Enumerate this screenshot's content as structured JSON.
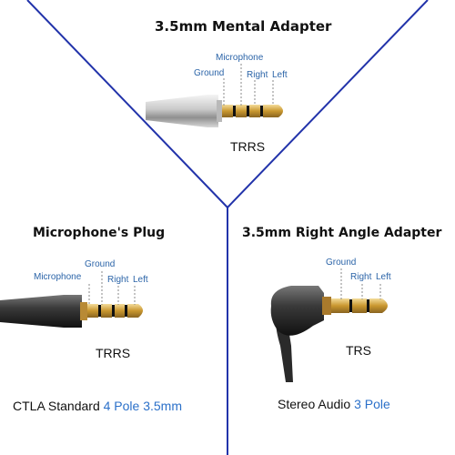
{
  "colors": {
    "divider": "#2233aa",
    "label_blue": "#2b64a8",
    "accent_blue": "#2b70c9",
    "gold": "#d4a94e",
    "silver": "#c8c8c8",
    "black": "#1a1a1a"
  },
  "top_panel": {
    "title": "3.5mm Mental Adapter",
    "labels": {
      "microphone": "Microphone",
      "ground": "Ground",
      "right": "Right",
      "left": "Left"
    },
    "type": "TRRS"
  },
  "left_panel": {
    "title": "Microphone's Plug",
    "labels": {
      "ground": "Ground",
      "microphone": "Microphone",
      "right": "Right",
      "left": "Left"
    },
    "type": "TRRS",
    "caption_prefix": "CTLA Standard",
    "caption_highlight": "4 Pole 3.5mm"
  },
  "right_panel": {
    "title": "3.5mm Right Angle Adapter",
    "labels": {
      "ground": "Ground",
      "right": "Right",
      "left": "Left"
    },
    "type": "TRS",
    "caption_prefix": "Stereo Audio",
    "caption_highlight": "3 Pole"
  },
  "icons": [
    "trrs-plug-silver-icon",
    "trrs-plug-black-icon",
    "trs-right-angle-plug-icon"
  ]
}
